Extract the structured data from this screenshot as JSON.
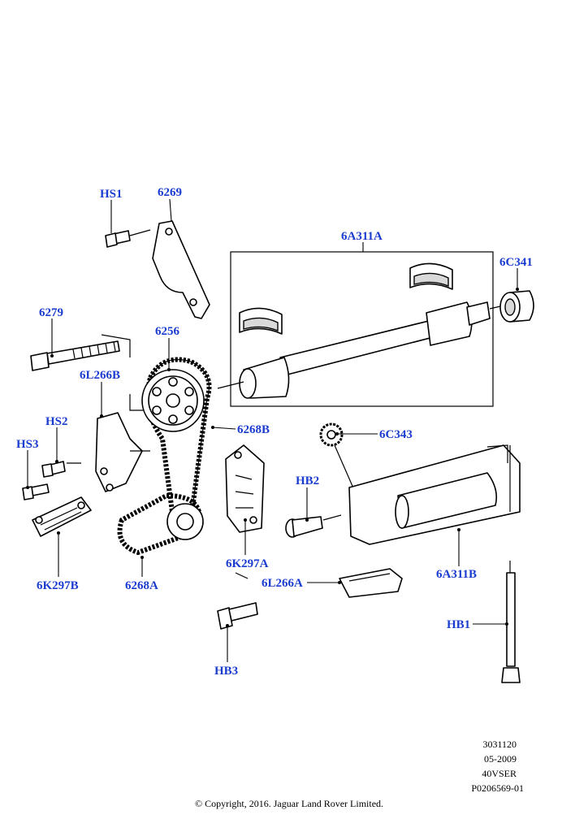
{
  "callouts": {
    "hs1": "HS1",
    "p6269": "6269",
    "p6a311a": "6A311A",
    "p6c341": "6C341",
    "p6279": "6279",
    "p6256": "6256",
    "p6l266b": "6L266B",
    "hs2": "HS2",
    "hs3": "HS3",
    "p6268b": "6268B",
    "p6c343": "6C343",
    "hb2": "HB2",
    "p6k297b": "6K297B",
    "p6268a": "6268A",
    "p6k297a": "6K297A",
    "p6l266a": "6L266A",
    "p6a311b": "6A311B",
    "hb1": "HB1",
    "hb3": "HB3"
  },
  "footer": {
    "ref1": "3031120",
    "date": "05-2009",
    "model": "40VSER",
    "figure": "P0206569-01",
    "copyright": "© Copyright, 2016. Jaguar Land Rover Limited."
  },
  "colors": {
    "callout": "#1a3ccf",
    "line": "#000000",
    "shade": "#d9d9d9"
  }
}
